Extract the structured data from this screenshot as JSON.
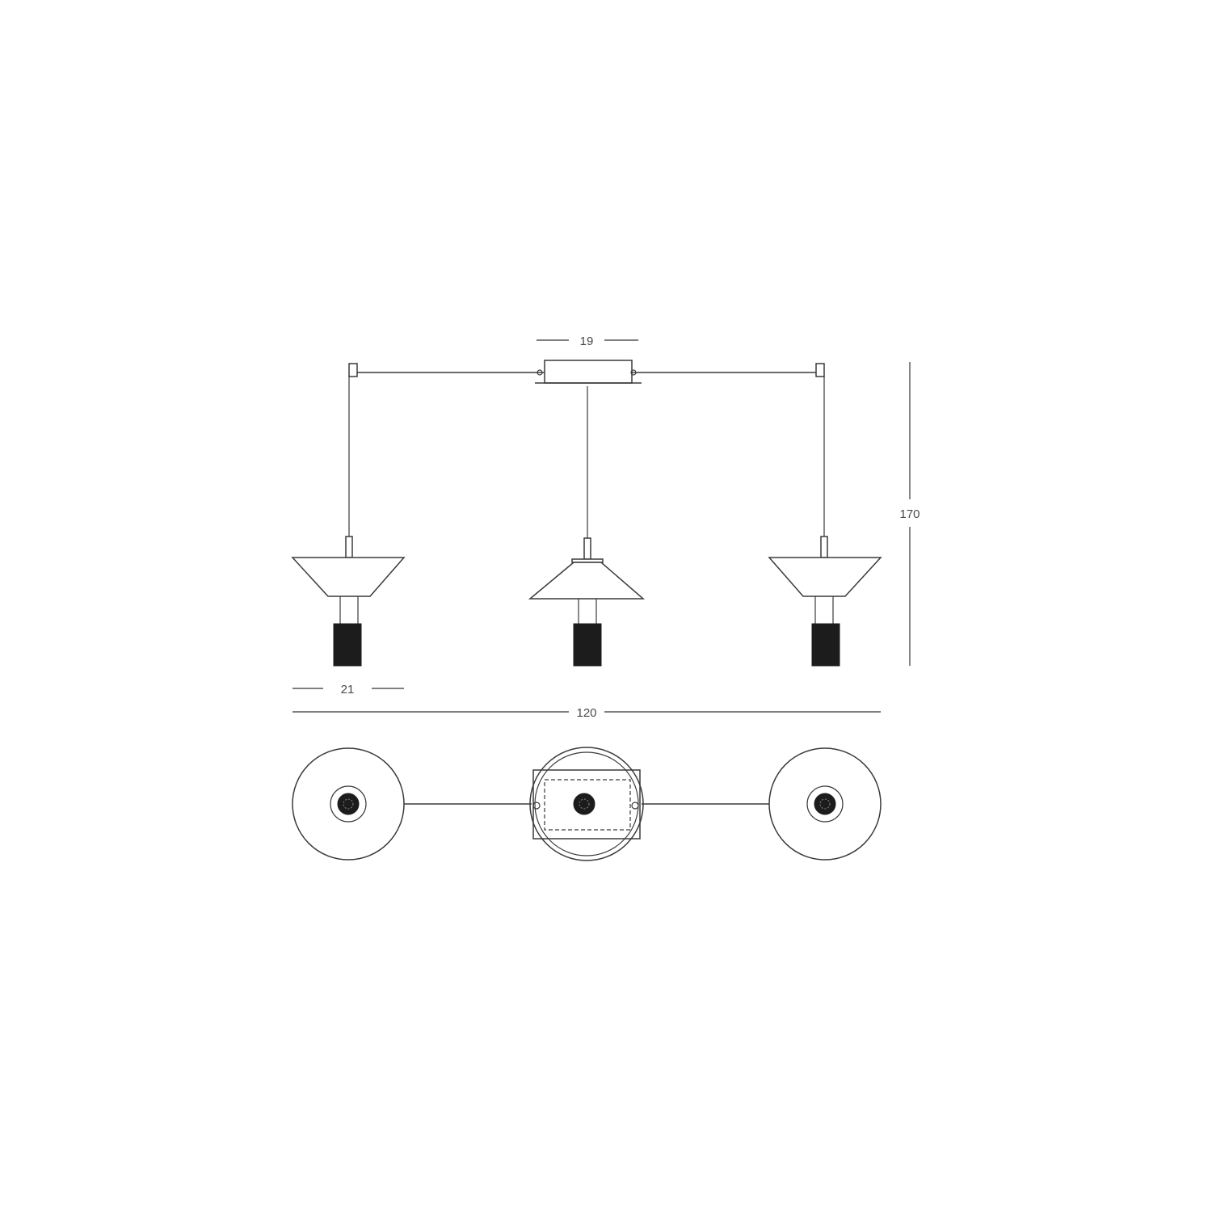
{
  "dimensions": {
    "canopy_width": "19",
    "shade_diameter": "21",
    "total_width": "120",
    "total_height": "170"
  },
  "colors": {
    "line": "#3a3a3a",
    "dimension": "#555555",
    "socket": "#1c1c1c",
    "background": "#ffffff"
  }
}
